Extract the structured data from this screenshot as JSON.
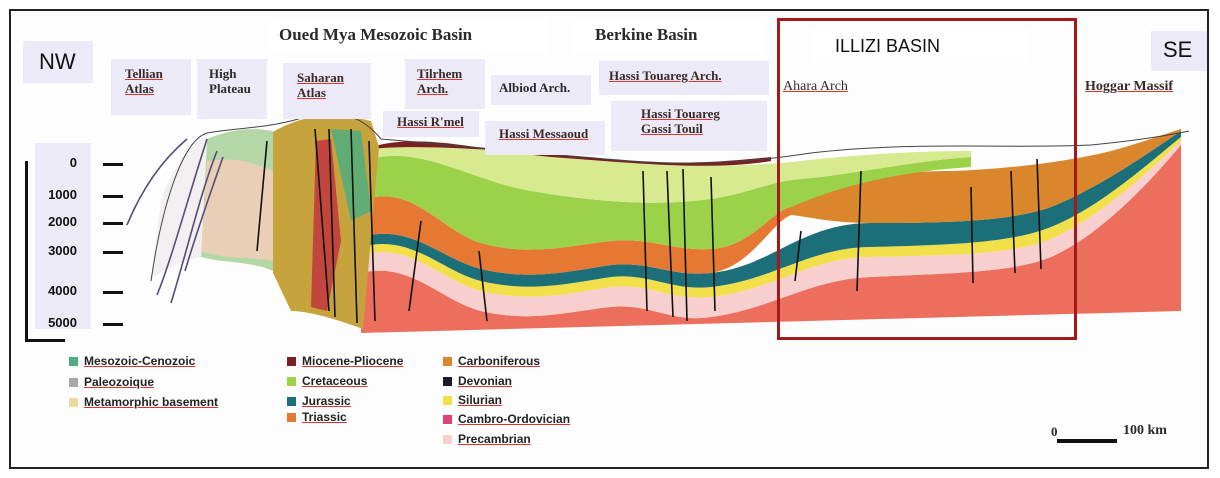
{
  "directions": {
    "left": "NW",
    "right": "SE"
  },
  "top_labels": {
    "oued_mya": "Oued Mya Mesozoic Basin",
    "berkine": "Berkine Basin",
    "illizi": "ILLIZI BASIN"
  },
  "features": {
    "tellian_atlas": "Tellian\nAtlas",
    "high_plateau": "High\nPlateau",
    "saharan_atlas": "Saharan\nAtlas",
    "tilrhem_arch": "Tilrhem\nArch.",
    "albiod_arch": "Albiod Arch.",
    "hassi_touareg_arch": "Hassi Touareg Arch.",
    "hassi_rmel": "Hassi R'mel",
    "hassi_messaoud": "Hassi Messaoud",
    "hassi_touareg_gassi": "Hassi Touareg\nGassi Touil",
    "ahara_arch": "Ahara Arch",
    "hoggar_massif": "Hoggar Massif"
  },
  "depth_scale": [
    "0",
    "1000",
    "2000",
    "3000",
    "4000",
    "5000"
  ],
  "legend": [
    {
      "label": "Mesozoic-Cenozoic",
      "color": "#4fae7e"
    },
    {
      "label": "Paleozoique",
      "color": "#a8a8a8"
    },
    {
      "label": "Metamorphic basement",
      "color": "#ecd9a2"
    },
    {
      "label": "Miocene-Pliocene",
      "color": "#7a1f22"
    },
    {
      "label": "Cretaceous",
      "color": "#9bd24a"
    },
    {
      "label": "Jurassic",
      "color": "#1c6f79"
    },
    {
      "label": "Triassic",
      "color": "#e57934"
    },
    {
      "label": "Carboniferous",
      "color": "#d9862c"
    },
    {
      "label": "Devonian",
      "color": "#1a1a2e"
    },
    {
      "label": "Silurian",
      "color": "#f2e04a"
    },
    {
      "label": "Cambro-Ordovician",
      "color": "#e0407a"
    },
    {
      "label": "Precambrian",
      "color": "#f7cfcf"
    }
  ],
  "scale": {
    "zero": "0",
    "label": "100 km"
  }
}
